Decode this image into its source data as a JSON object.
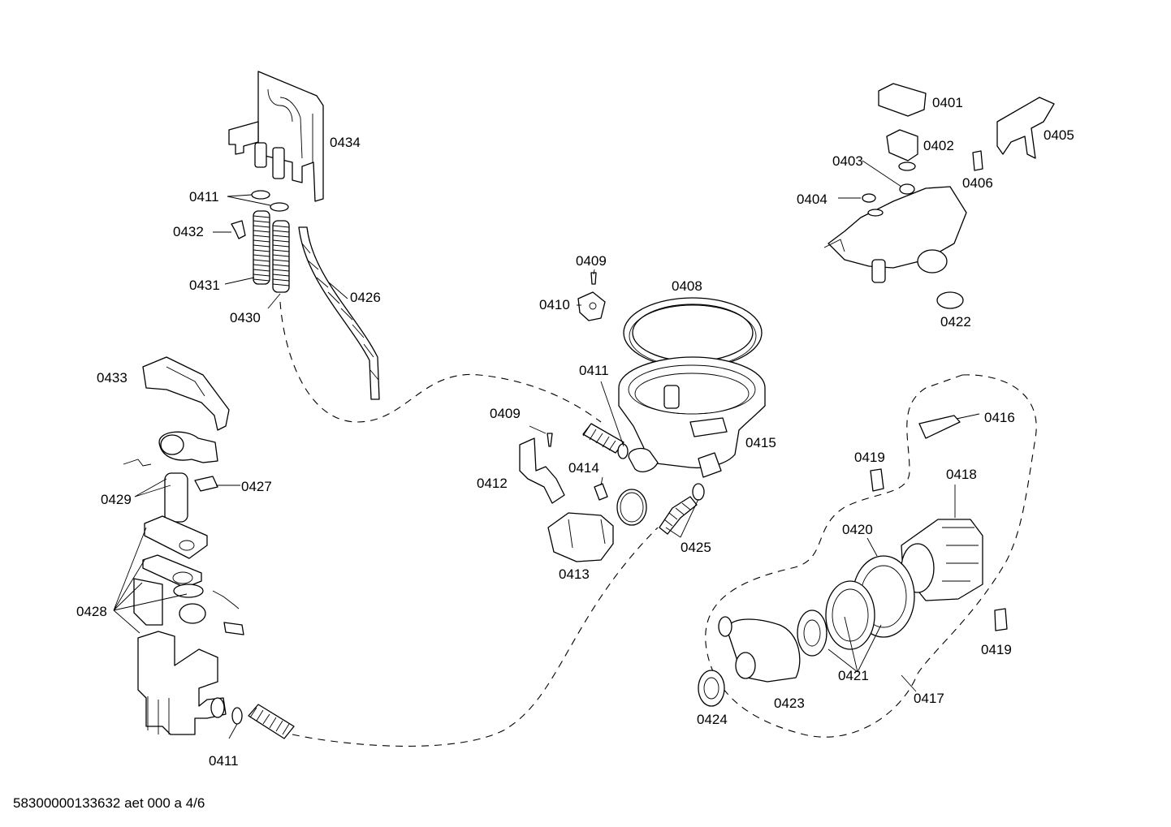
{
  "parts": {
    "p0401": "0401",
    "p0402": "0402",
    "p0403": "0403",
    "p0404": "0404",
    "p0405": "0405",
    "p0406": "0406",
    "p0408": "0408",
    "p0409a": "0409",
    "p0409b": "0409",
    "p0410": "0410",
    "p0411a": "0411",
    "p0411b": "0411",
    "p0411c": "0411",
    "p0412": "0412",
    "p0413": "0413",
    "p0414": "0414",
    "p0415": "0415",
    "p0416": "0416",
    "p0417": "0417",
    "p0418": "0418",
    "p0419a": "0419",
    "p0419b": "0419",
    "p0420": "0420",
    "p0421": "0421",
    "p0422": "0422",
    "p0423": "0423",
    "p0424": "0424",
    "p0425": "0425",
    "p0426": "0426",
    "p0427": "0427",
    "p0428": "0428",
    "p0429": "0429",
    "p0430": "0430",
    "p0431": "0431",
    "p0432": "0432",
    "p0433": "0433",
    "p0434": "0434"
  },
  "footer": {
    "doc_id": "58300000133632 aet 000 a 4/6"
  }
}
